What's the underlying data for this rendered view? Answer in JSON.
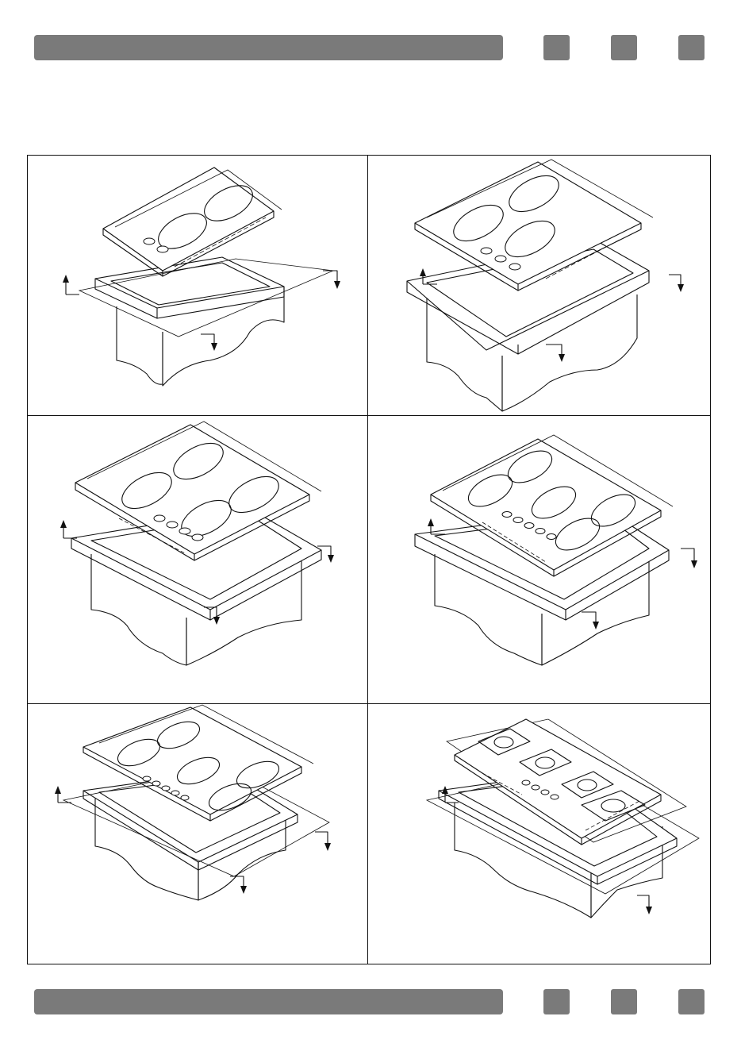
{
  "header": {
    "tabs": [
      "",
      "",
      ""
    ]
  },
  "footer": {
    "tabs": [
      "",
      "",
      ""
    ]
  },
  "colors": {
    "bar": "#7a7a7a",
    "line": "#111111",
    "background": "#ffffff"
  },
  "figures": [
    {
      "id": "hob-2-burner",
      "burners": 2,
      "knobs": 2,
      "icon": "hob-installation-illustration"
    },
    {
      "id": "hob-4-burner-a",
      "burners": 4,
      "knobs": 3,
      "icon": "hob-installation-illustration"
    },
    {
      "id": "hob-4-burner-b",
      "burners": 4,
      "knobs": 4,
      "icon": "hob-installation-illustration"
    },
    {
      "id": "hob-5-burner-a",
      "burners": 5,
      "knobs": 5,
      "icon": "hob-installation-illustration"
    },
    {
      "id": "hob-5-burner-b",
      "burners": 5,
      "knobs": 5,
      "icon": "hob-installation-illustration"
    },
    {
      "id": "hob-4-zone-square",
      "burners": 4,
      "knobs": 4,
      "icon": "hob-installation-illustration"
    }
  ]
}
